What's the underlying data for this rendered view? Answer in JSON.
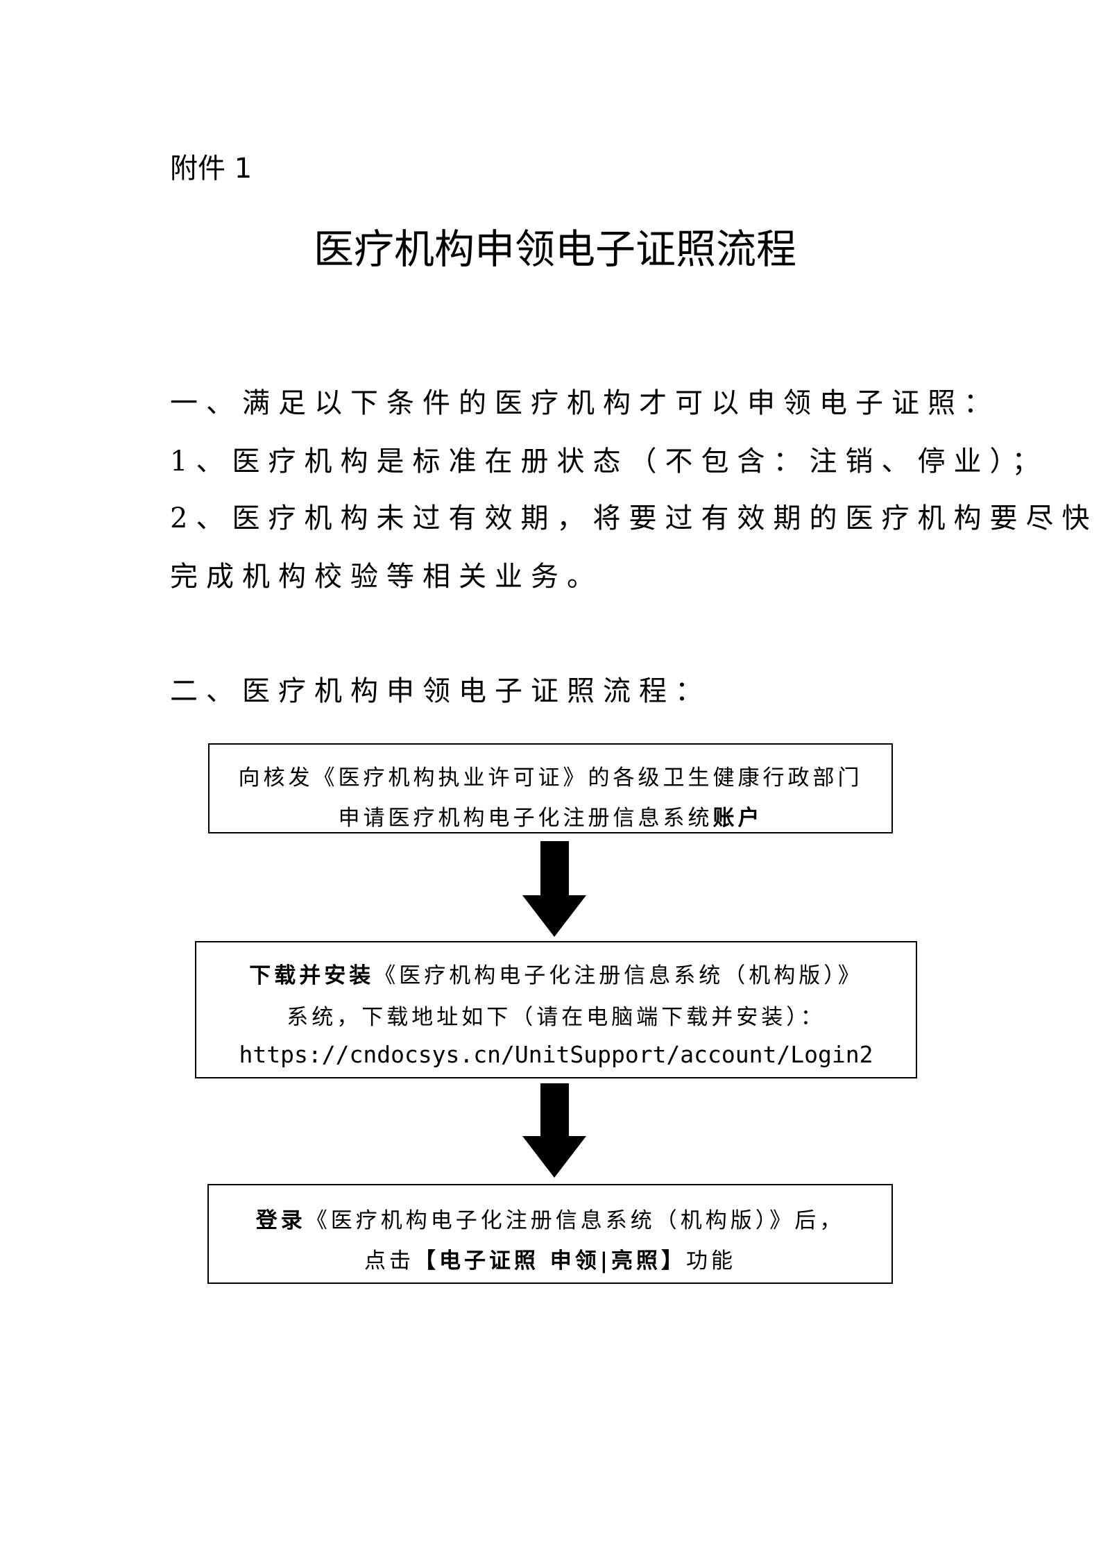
{
  "attachment_label": "附件 1",
  "title": "医疗机构申领电子证照流程",
  "section1": {
    "heading": "一、满足以下条件的医疗机构才可以申领电子证照：",
    "item1": "1、医疗机构是标准在册状态（不包含：注销、停业）；",
    "item2_line1": "2、医疗机构未过有效期，将要过有效期的医疗机构要尽快",
    "item2_line2": "完成机构校验等相关业务。"
  },
  "section2": {
    "heading": "二、医疗机构申领电子证照流程："
  },
  "flow": {
    "step1": {
      "line1": "向核发《医疗机构执业许可证》的各级卫生健康行政部门",
      "line2_normal": "申请医疗机构电子化注册信息系统",
      "line2_bold": "账户"
    },
    "step2": {
      "line1_bold": "下载并安装",
      "line1_normal": "《医疗机构电子化注册信息系统（机构版）》",
      "line2": "系统，下载地址如下（请在电脑端下载并安装）：",
      "url": "https://cndocsys.cn/UnitSupport/account/Login2"
    },
    "step3": {
      "line1_bold": "登录",
      "line1_normal": "《医疗机构电子化注册信息系统（机构版）》后，",
      "line2_pre": "点击",
      "line2_bold": "【电子证照 申领|亮照】",
      "line2_post": "功能"
    }
  }
}
